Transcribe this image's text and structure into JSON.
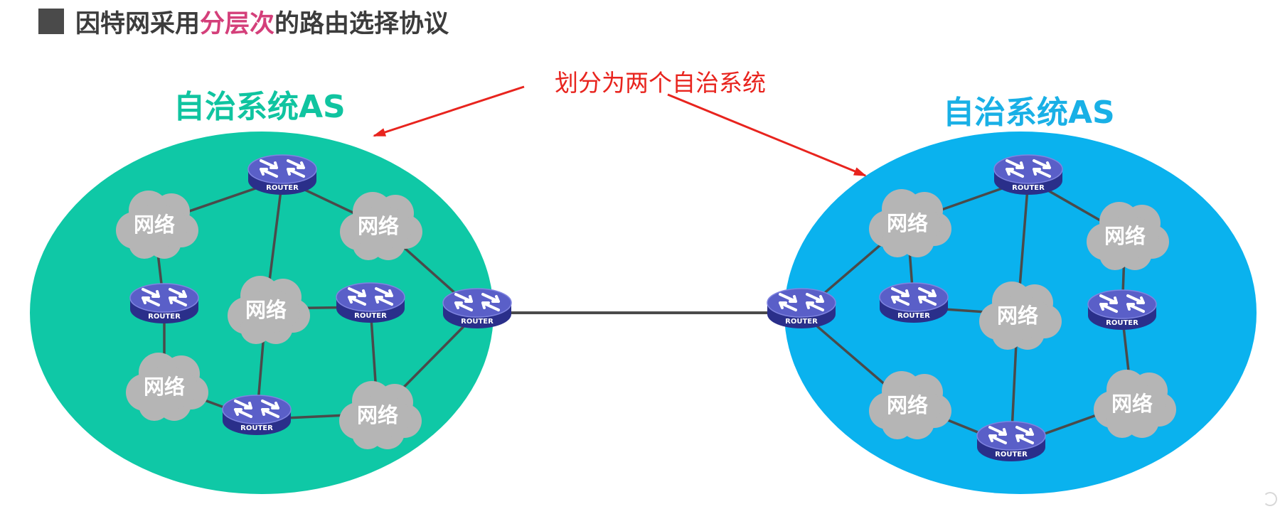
{
  "header": {
    "title_part1": "因特网采用",
    "title_highlight": "分层次",
    "title_part2": "的路由选择协议"
  },
  "annotation": {
    "text": "划分为两个自治系统"
  },
  "as_left": {
    "label": "自治系统AS",
    "label_color": "#10c4a0",
    "fill_color": "#0fc8a6"
  },
  "as_right": {
    "label": "自治系统AS",
    "label_color": "#19b0e6",
    "fill_color": "#0ab2ee"
  },
  "network_label": "网络",
  "router_label": "ROUTER",
  "colors": {
    "title": "#3c3c3c",
    "title_highlight": "#d43f7a",
    "annotation": "#e8241e",
    "cloud": "#b5b5b5",
    "router_top": "#5a5fc8",
    "router_side": "#2a2f8a",
    "link": "#4a4a4a"
  }
}
